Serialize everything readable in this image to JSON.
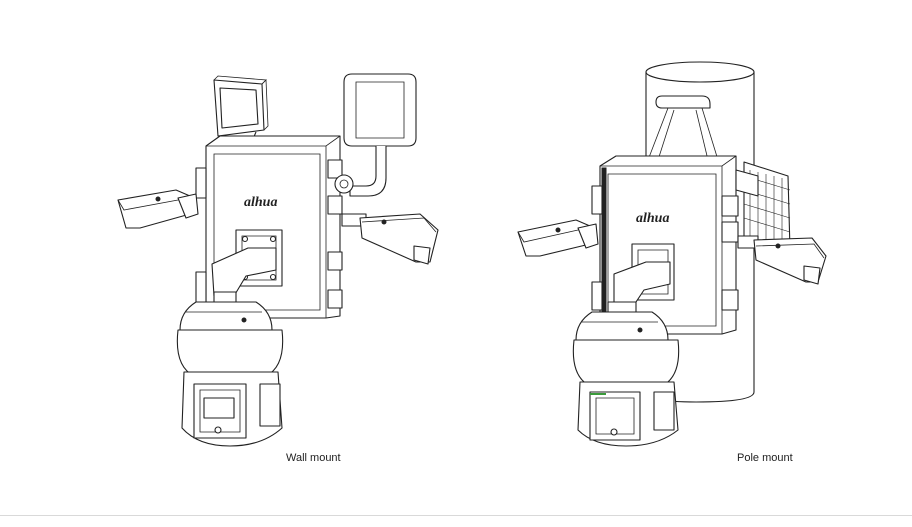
{
  "figures": [
    {
      "id": "wall",
      "caption": "Wall mount",
      "logo": "alhua"
    },
    {
      "id": "pole",
      "caption": "Pole mount",
      "logo": "alhua"
    }
  ],
  "colors": {
    "line": "#222222",
    "accent": "#3a9a3a",
    "rule": "#d9d9d9"
  }
}
